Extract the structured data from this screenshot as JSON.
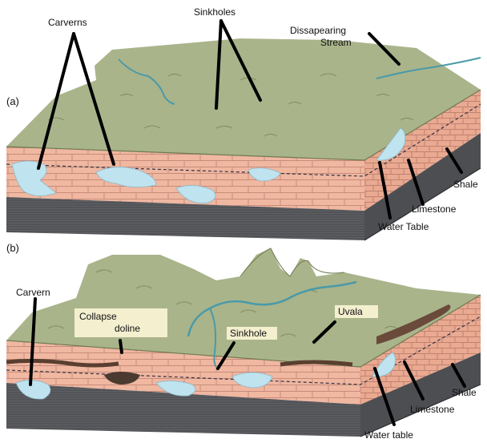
{
  "diagram": {
    "panel_a": {
      "letter": "(a)",
      "labels": {
        "carverns": "Carverns",
        "sinkholes": "Sinkholes",
        "dissapearing_stream_line1": "Dissapearing",
        "dissapearing_stream_line2": "Stream",
        "shale": "Shale",
        "limestone": "Limestone",
        "water_table": "Water Table"
      }
    },
    "panel_b": {
      "letter": "(b)",
      "labels": {
        "carvern": "Carvern",
        "collapse_line1": "Collapse",
        "collapse_line2": "doline",
        "sinkhole": "Sinkhole",
        "uvala": "Uvala",
        "shale": "Shale",
        "limestone": "Limestone",
        "water_table": "Water table"
      }
    },
    "colors": {
      "surface": "#a9b48b",
      "surface_dark": "#8e9a72",
      "limestone": "#f0b7a1",
      "brick_line": "#b98472",
      "shale": "#5e5f62",
      "shale_dark": "#3d3e41",
      "cave_water": "#bfe3ef",
      "stream": "#4a9aa8",
      "leader": "#000000"
    }
  }
}
